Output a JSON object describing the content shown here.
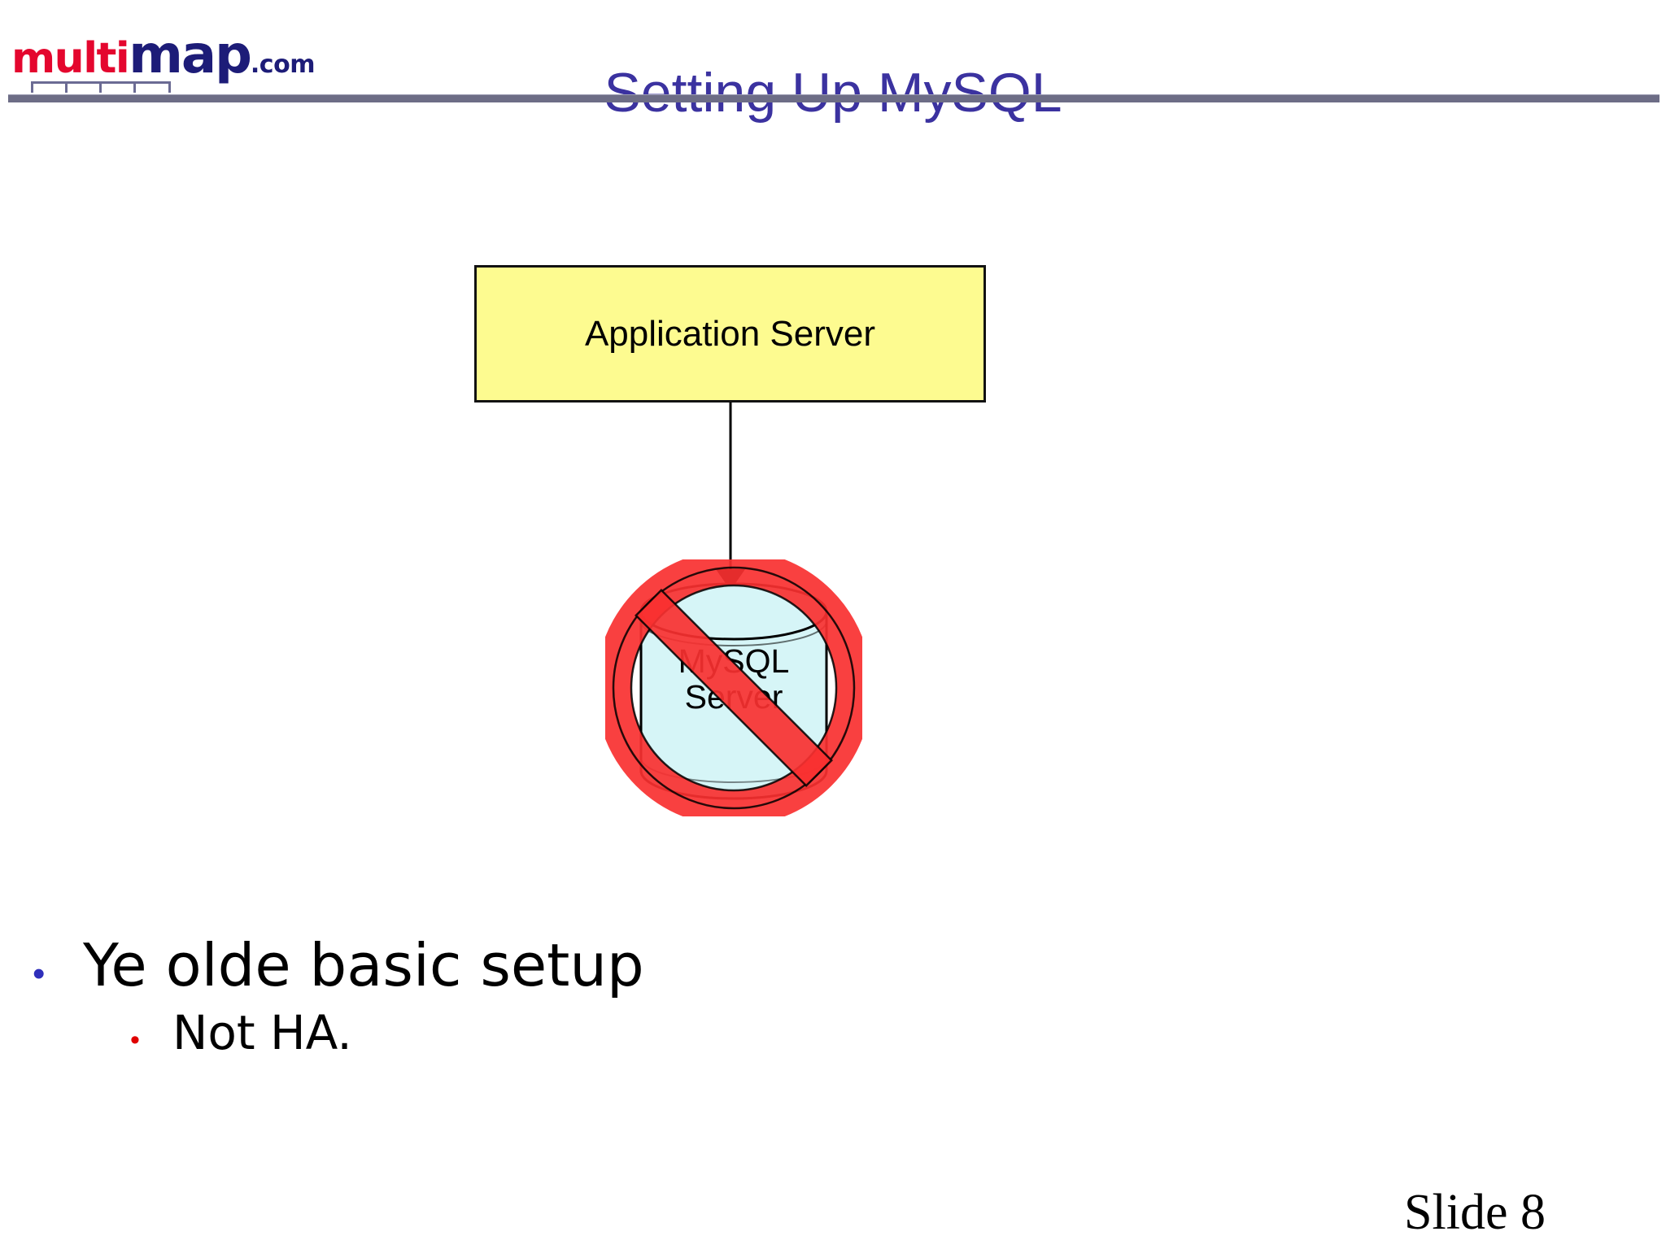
{
  "slide": {
    "title": "Setting Up MySQL",
    "number_label": "Slide 8",
    "title_color": "#3b32a0",
    "rule_color": "#6d6d86"
  },
  "brand": {
    "part_red": "multi",
    "part_navy": "map",
    "part_tld": ".com",
    "red": "#e4062e",
    "navy": "#1d1c78",
    "scalebar_ticks": 5
  },
  "diagram": {
    "app_server": {
      "label": "Application Server",
      "fill": "#fdfb90",
      "stroke": "#121212"
    },
    "connector": {
      "kind": "arrow-down",
      "color": "#000000"
    },
    "database": {
      "label_line1": "MySQL",
      "label_line2": "Server",
      "fill": "#d6f5f7",
      "stroke": "#000000",
      "prohibition_color": "#f83030",
      "prohibited": true
    }
  },
  "bullets": [
    {
      "level": 1,
      "marker": "•",
      "text": "Ye olde basic setup",
      "marker_color": "#2f2fbb"
    },
    {
      "level": 2,
      "marker": "•",
      "text": "Not HA.",
      "marker_color": "#e00000"
    }
  ]
}
